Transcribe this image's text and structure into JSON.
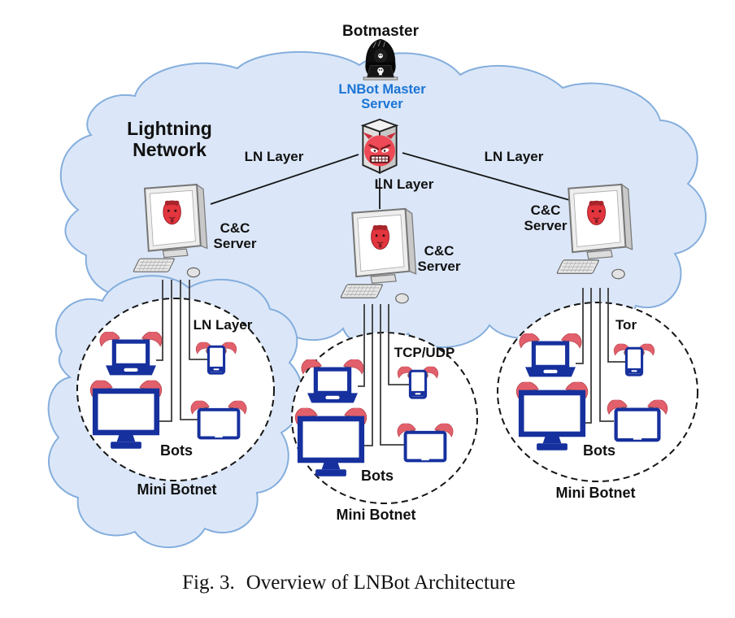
{
  "figure": {
    "caption_prefix": "Fig. 3.",
    "caption": "Overview of LNBot Architecture"
  },
  "network_cloud": {
    "label": "Lightning Network"
  },
  "botmaster": {
    "label": "Botmaster"
  },
  "master_server": {
    "label": "LNBot Master Server"
  },
  "links": {
    "left_ln_layer": "LN Layer",
    "middle_ln_layer": "LN Layer",
    "right_ln_layer": "LN Layer"
  },
  "cnc_servers": {
    "left": "C&C Server",
    "middle": "C&C Server",
    "right": "C&C Server"
  },
  "botnets": [
    {
      "channel": "LN Layer",
      "bots_label": "Bots",
      "name": "Mini Botnet"
    },
    {
      "channel": "TCP/UDP",
      "bots_label": "Bots",
      "name": "Mini Botnet"
    },
    {
      "channel": "Tor",
      "bots_label": "Bots",
      "name": "Mini Botnet"
    }
  ],
  "colors": {
    "cloud_fill": "#dbe7f8",
    "cloud_stroke": "#85aedd",
    "device_navy": "#16309e",
    "horn_red": "#e2606b",
    "horn_tip": "#8a545c",
    "devil_red": "#ee4956",
    "label_blue": "#1b74d4",
    "line_black": "#1a1a1a"
  }
}
